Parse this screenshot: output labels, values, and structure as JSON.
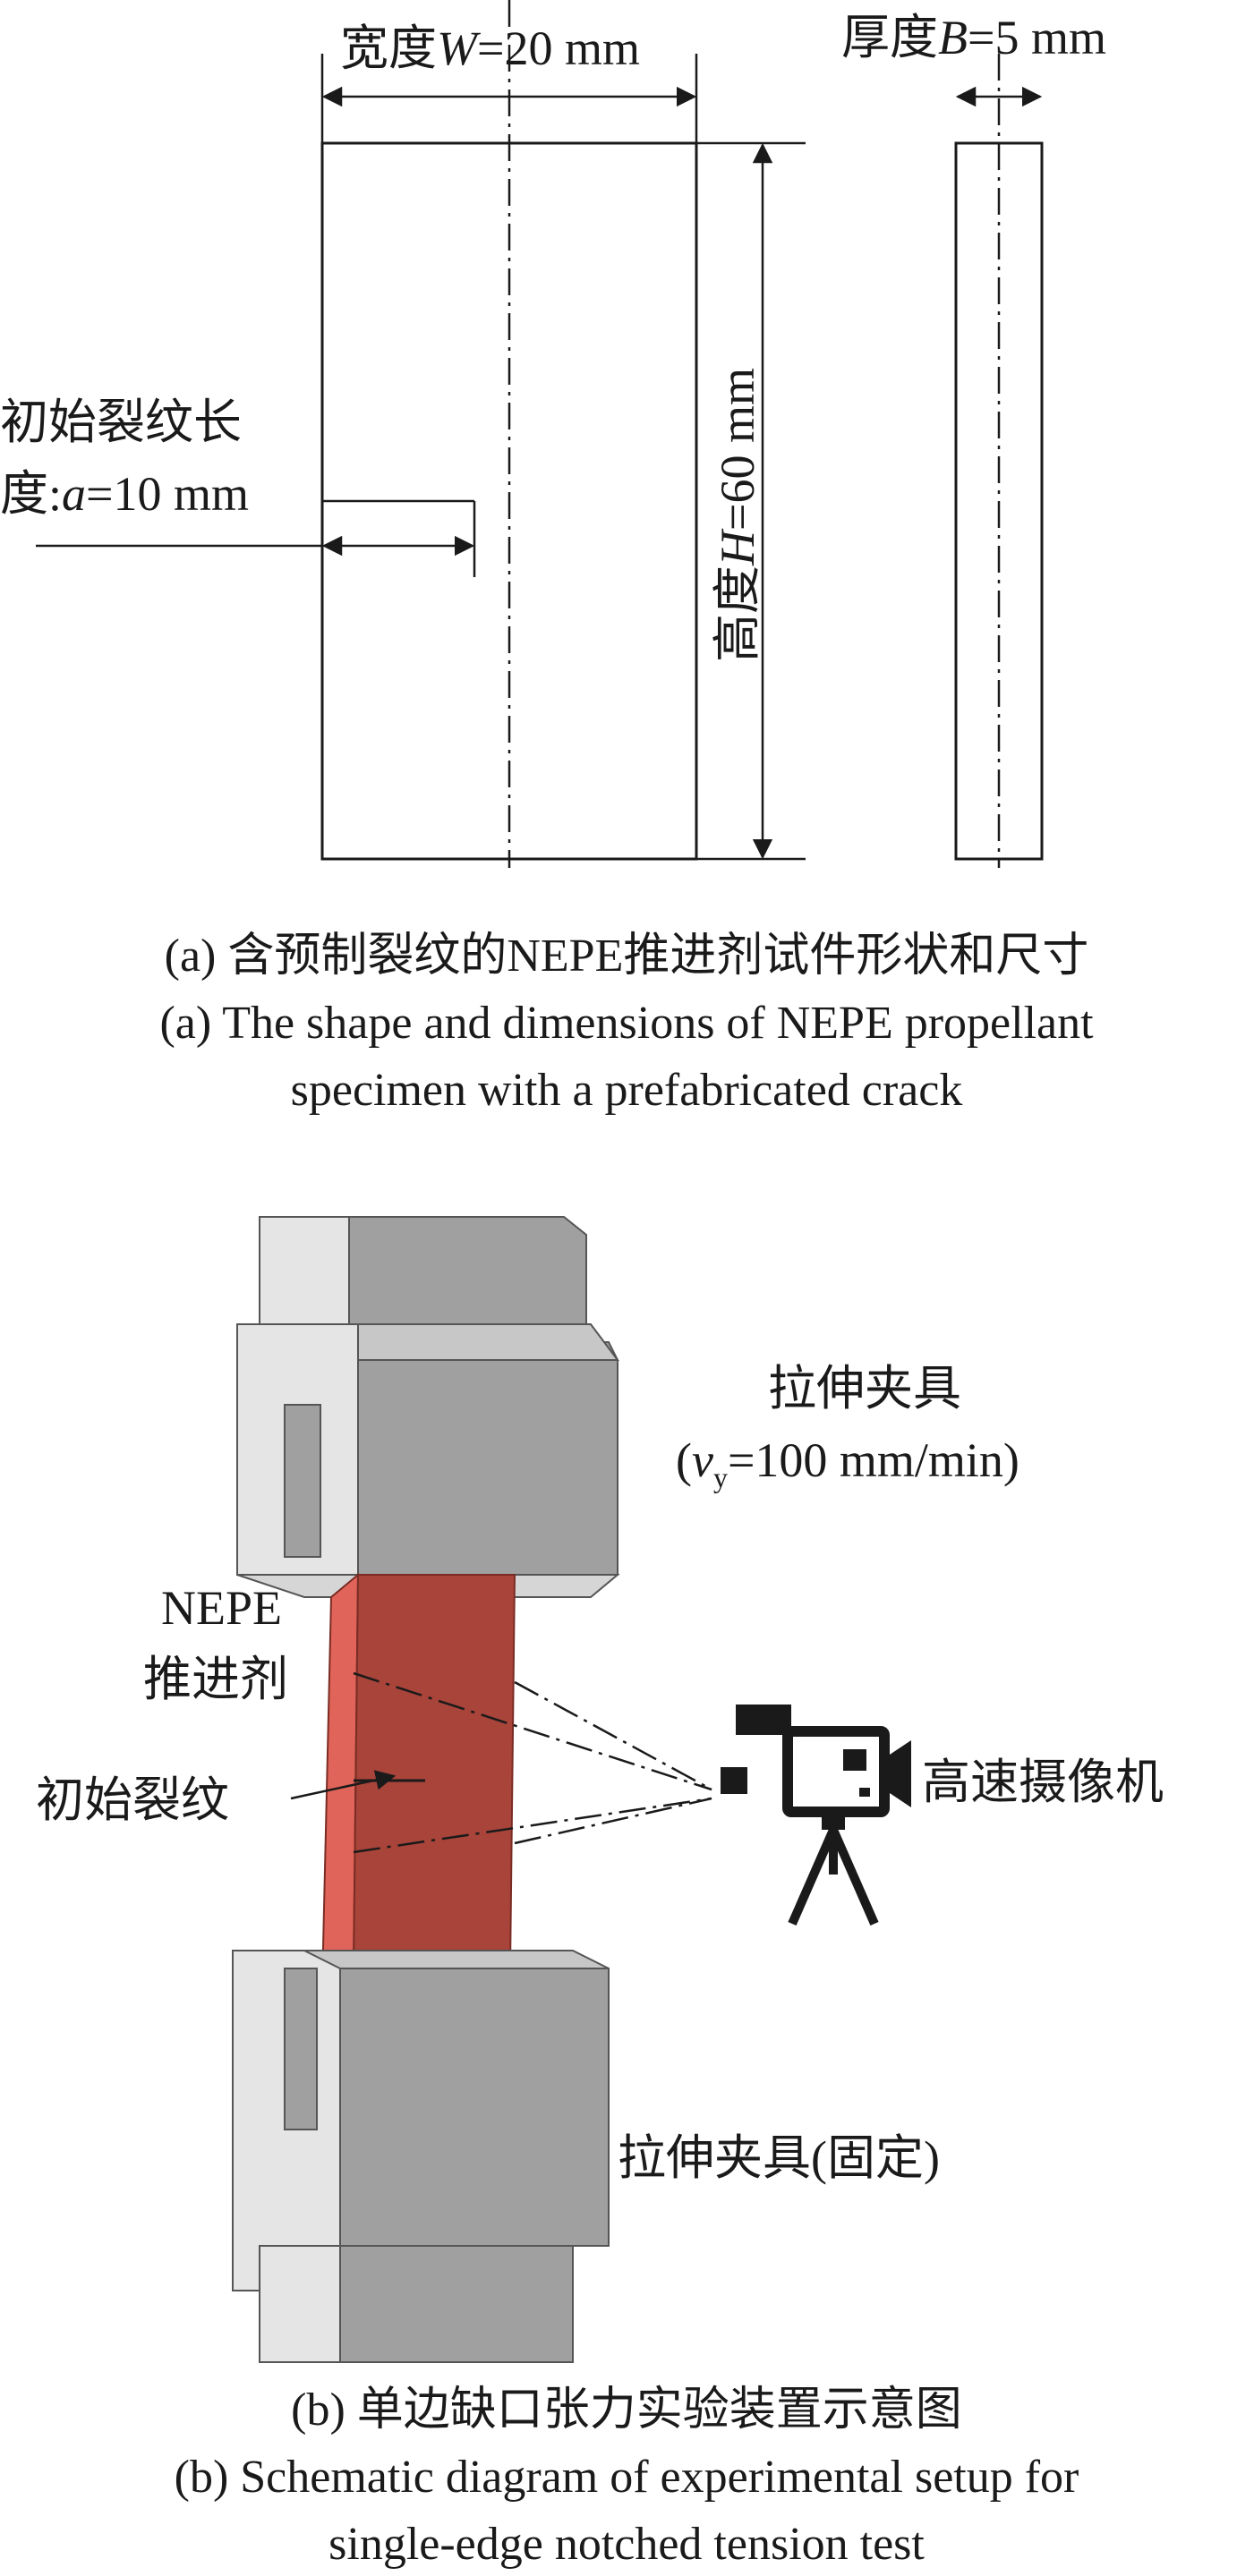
{
  "panel_a": {
    "width_label": {
      "prefix": "宽度",
      "var": "W",
      "value": "=20 mm"
    },
    "thickness_label": {
      "prefix": "厚度",
      "var": "B",
      "value": "=5 mm"
    },
    "height_label": {
      "prefix": "高度",
      "var": "H",
      "value": "=60 mm"
    },
    "crack_label": {
      "line1": "初始裂纹长",
      "line2_prefix": "度:",
      "var": "a",
      "value": "=10 mm"
    },
    "caption_cn": "(a) 含预制裂纹的NEPE推进剂试件形状和尺寸",
    "caption_en_line1": "(a) The shape and dimensions of NEPE propellant",
    "caption_en_line2": "specimen with a prefabricated crack"
  },
  "panel_b": {
    "top_clamp_label": "拉伸夹具",
    "velocity_label": {
      "open": "(",
      "var": "v",
      "sub": "y",
      "value": "=100 mm/min)"
    },
    "specimen_label_line1": "NEPE",
    "specimen_label_line2": "推进剂",
    "crack_label": "初始裂纹",
    "camera_label": "高速摄像机",
    "bottom_clamp_label": "拉伸夹具(固定)",
    "caption_cn": "(b) 单边缺口张力实验装置示意图",
    "caption_en_line1": "(b) Schematic diagram of experimental setup for",
    "caption_en_line2": "single-edge notched tension test"
  },
  "colors": {
    "specimen": "#a8443a",
    "specimen_edge": "#e06459",
    "clamp_front": "#a0a0a0",
    "clamp_light": "#e5e5e5",
    "ink": "#1a1a1a"
  },
  "icons": [
    "high-speed-camera-icon",
    "tripod-icon"
  ]
}
